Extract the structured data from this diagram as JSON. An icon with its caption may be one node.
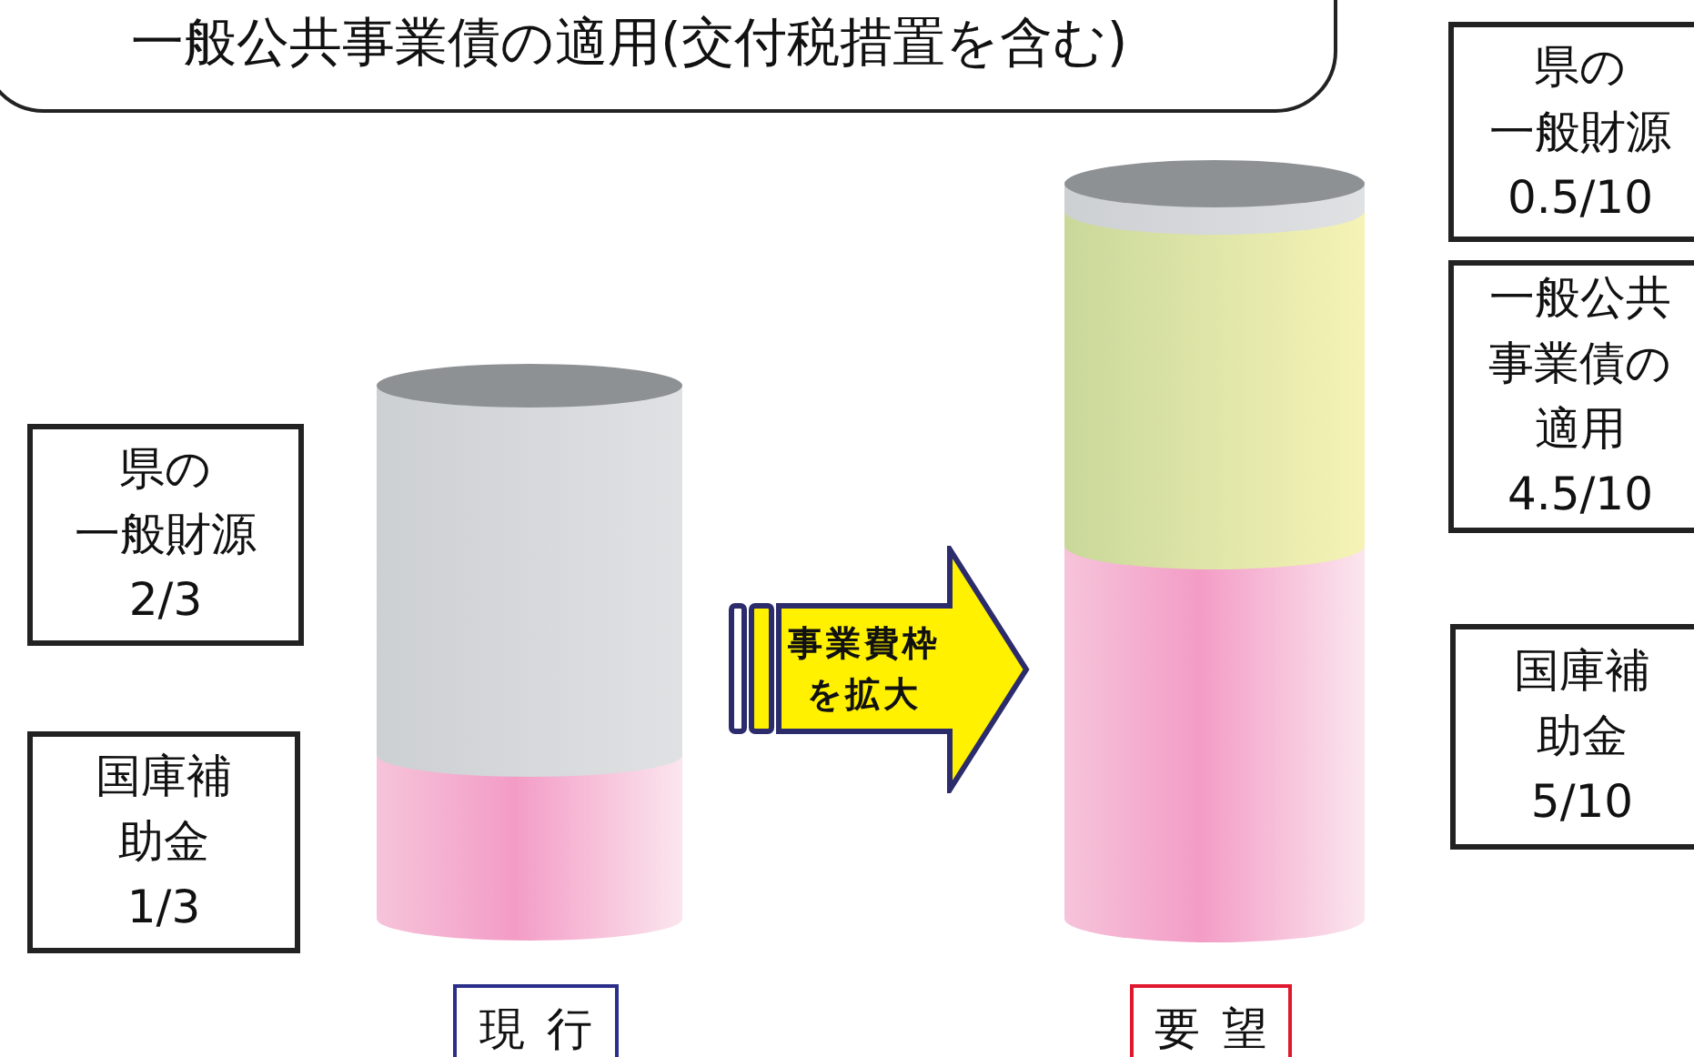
{
  "diagram": {
    "nodes": [
      {
        "text": [
          "一般公共事業債の適用(交付税措置を含む)"
        ]
      },
      {
        "text": [
          "県の一般財源",
          "2/3"
        ]
      },
      {
        "text": [
          "国庫補助金",
          "1/3"
        ]
      },
      {
        "text": [
          "事業費枠を拡大"
        ]
      },
      {
        "text": [
          "現行"
        ]
      },
      {
        "text": [
          "県の一般財源",
          "0.5/10"
        ]
      },
      {
        "text": [
          "一般公共事業債の適用",
          "4.5/10"
        ]
      },
      {
        "text": [
          "国庫補助金",
          "5/10"
        ]
      },
      {
        "text": [
          "要望"
        ]
      }
    ]
  }
}
